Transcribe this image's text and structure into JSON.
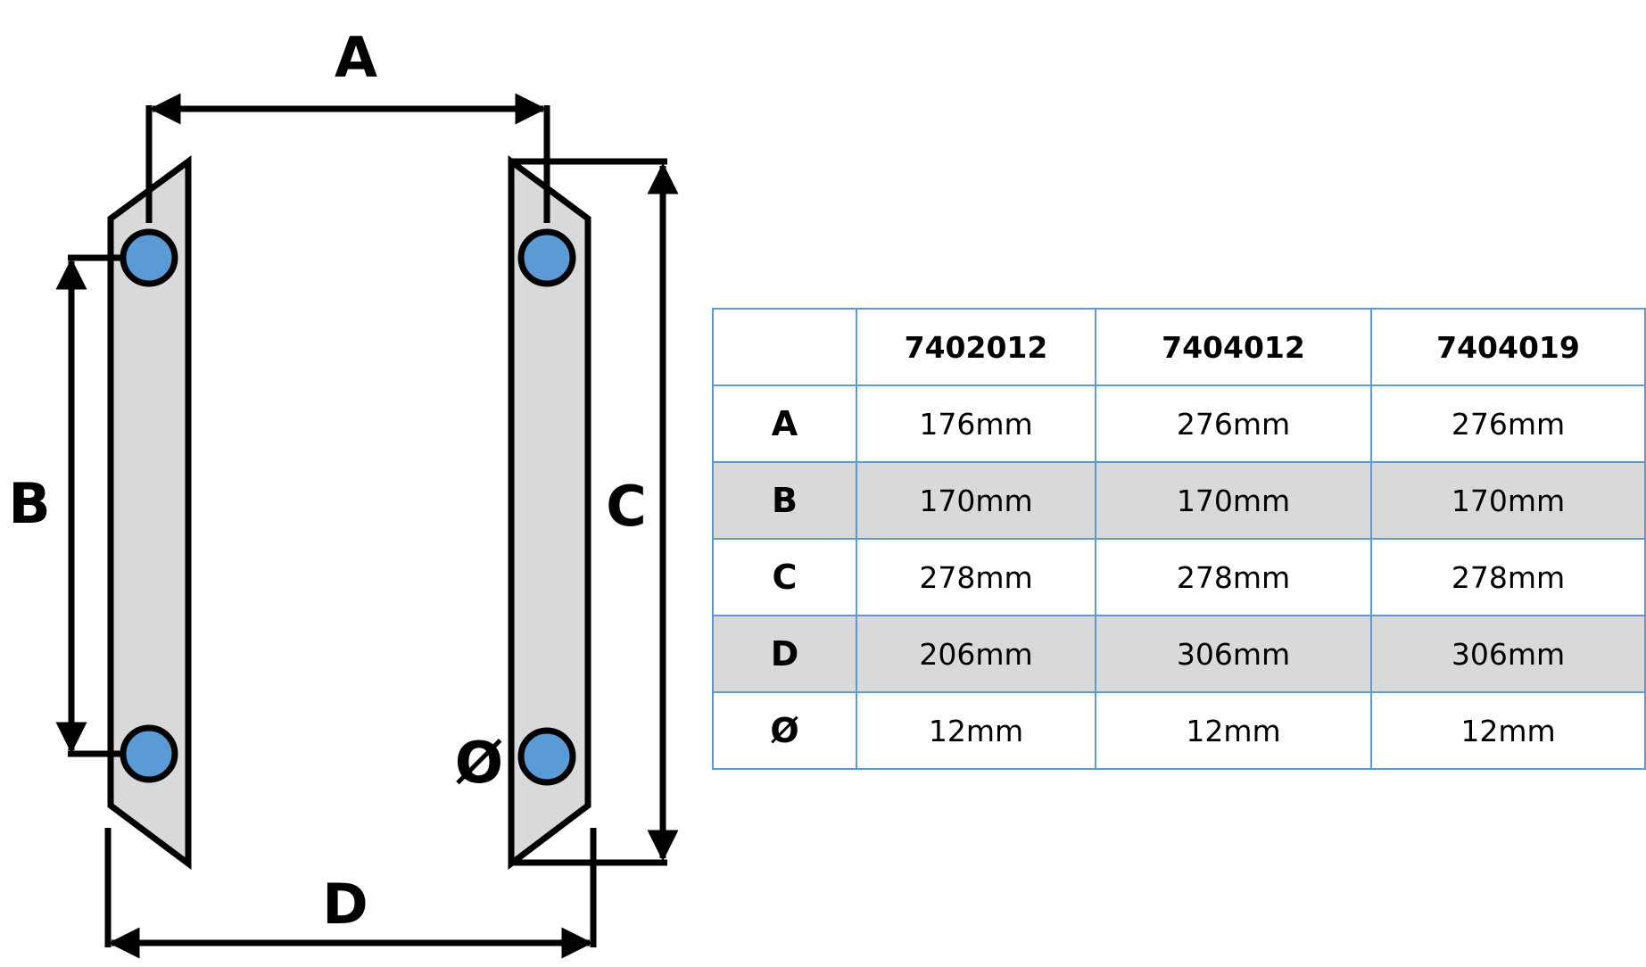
{
  "diagram": {
    "labels": {
      "a": "A",
      "b": "B",
      "c": "C",
      "d": "D",
      "diameter": "Ø"
    },
    "colors": {
      "plate_fill": "#d9d9d9",
      "hole_fill": "#5b9bd5",
      "stroke": "#000000"
    }
  },
  "table": {
    "border_color": "#5b9bd5",
    "shaded_row_color": "#d9d9d9",
    "header": [
      "",
      "7402012",
      "7404012",
      "7404019"
    ],
    "rows": [
      {
        "label": "A",
        "values": [
          "176mm",
          "276mm",
          "276mm"
        ]
      },
      {
        "label": "B",
        "values": [
          "170mm",
          "170mm",
          "170mm"
        ]
      },
      {
        "label": "C",
        "values": [
          "278mm",
          "278mm",
          "278mm"
        ]
      },
      {
        "label": "D",
        "values": [
          "206mm",
          "306mm",
          "306mm"
        ]
      },
      {
        "label": "Ø",
        "values": [
          "12mm",
          "12mm",
          "12mm"
        ]
      }
    ]
  }
}
